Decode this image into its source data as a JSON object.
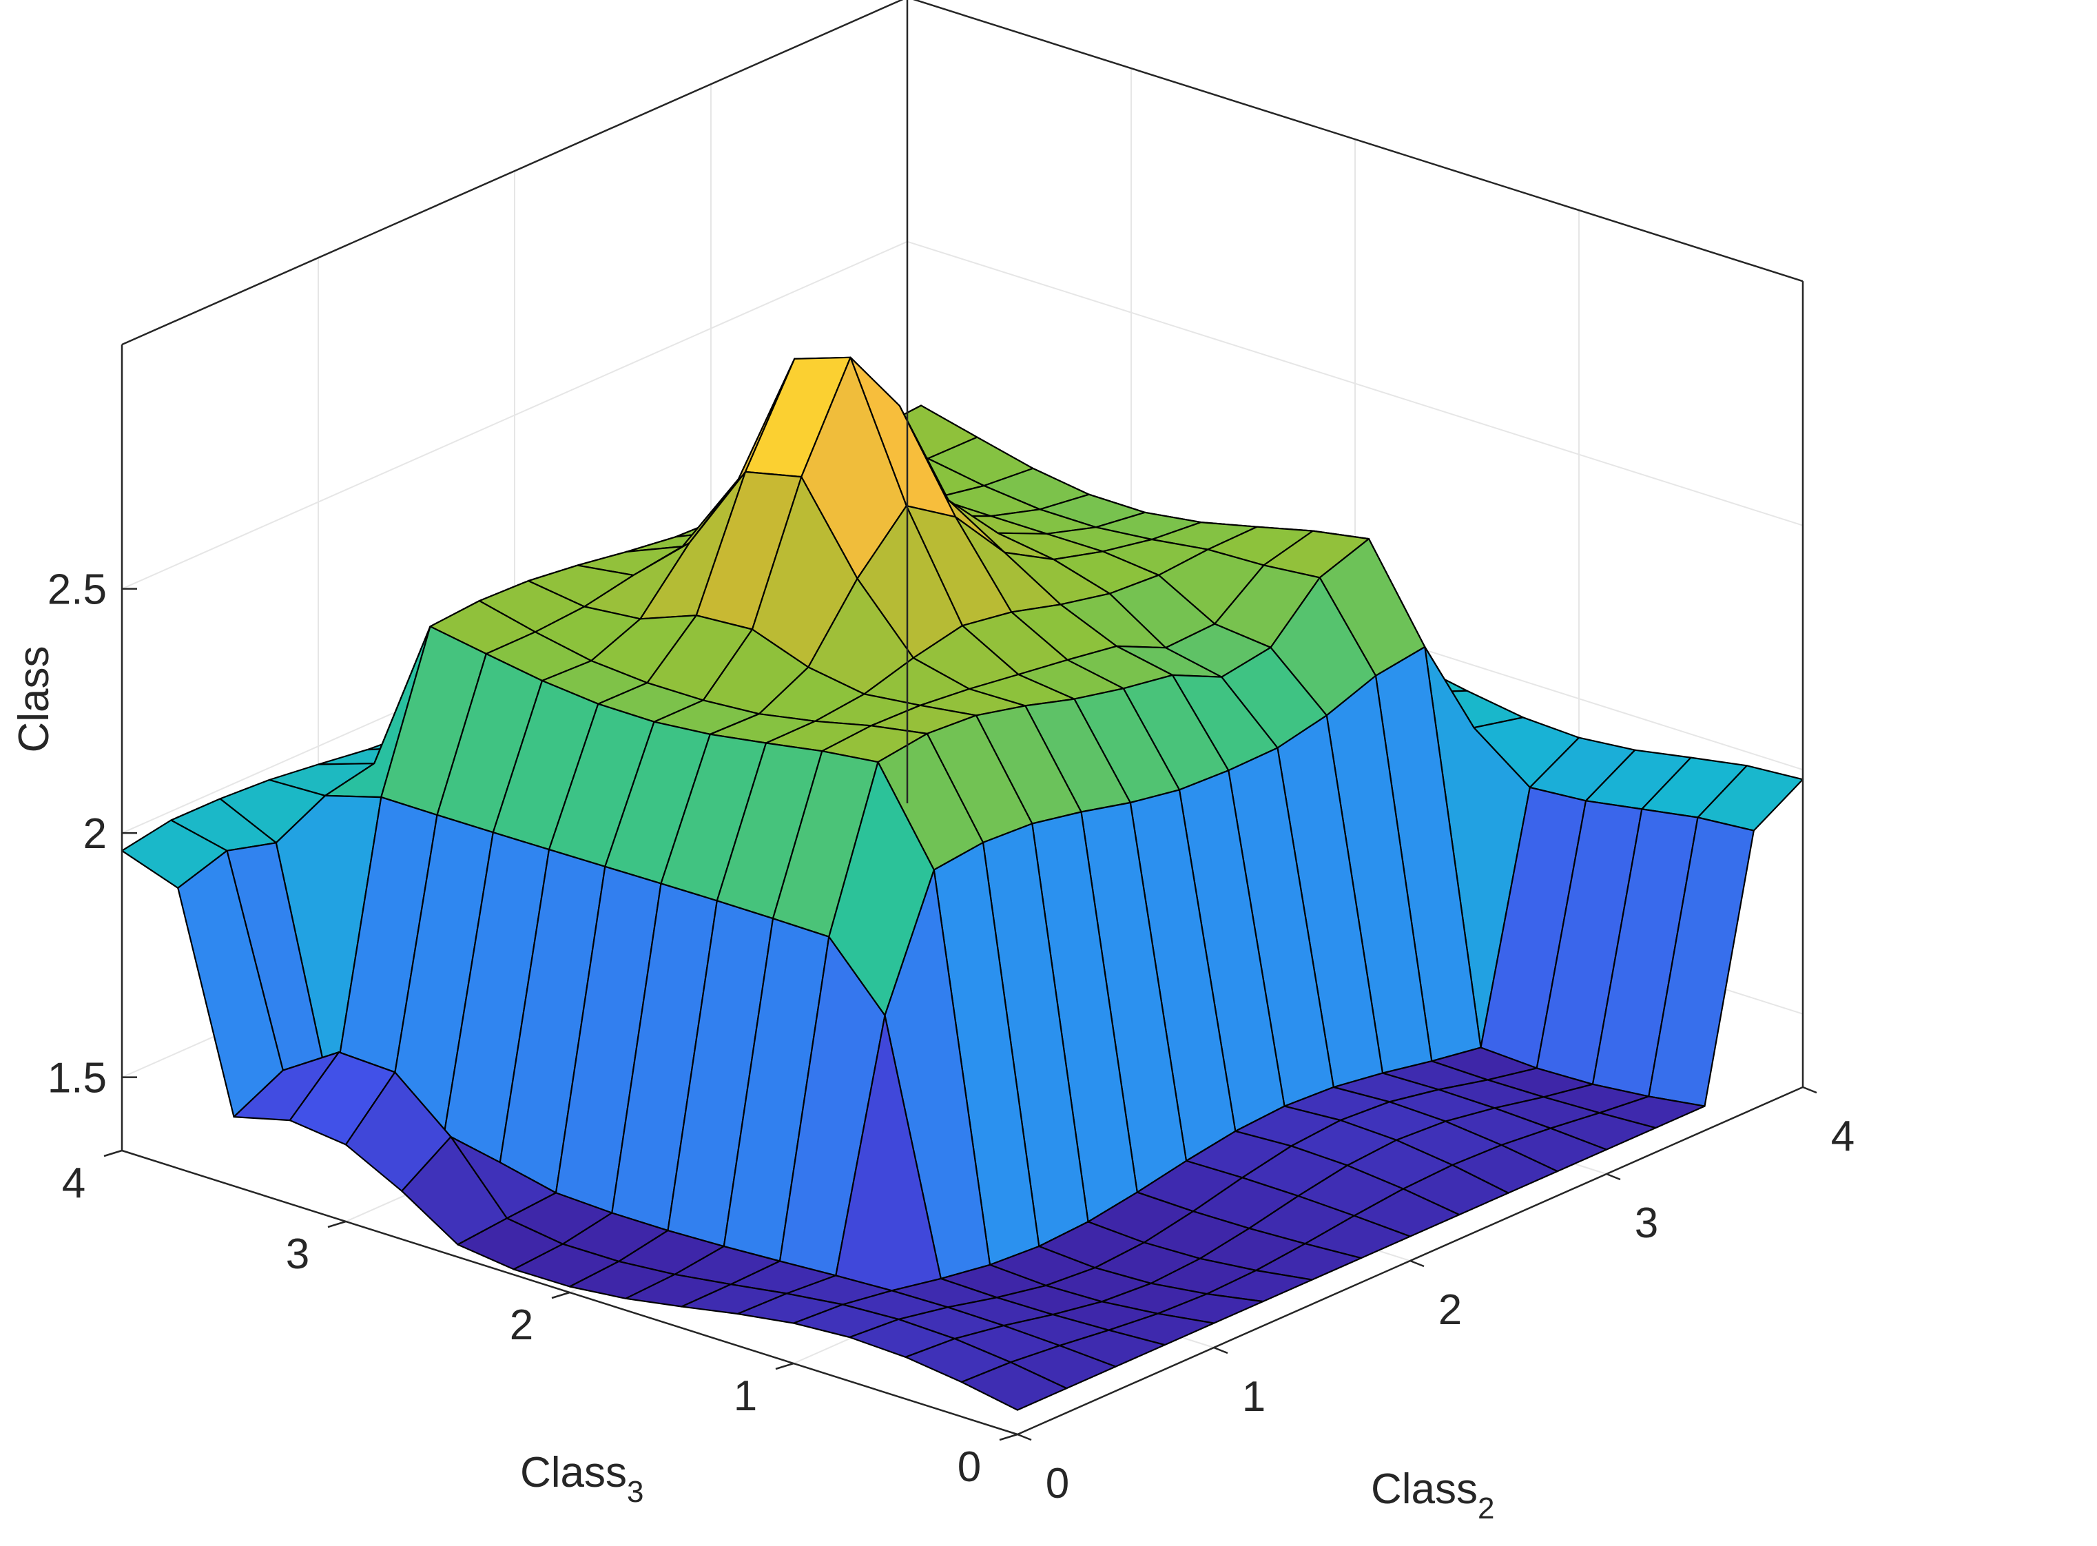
{
  "chart_data": {
    "type": "surface",
    "title": "",
    "xlabel": "Class",
    "xlabel_sub": "2",
    "ylabel": "Class",
    "ylabel_sub": "3",
    "zlabel": "Class",
    "xlim": [
      0,
      4
    ],
    "ylim": [
      0,
      4
    ],
    "zlim": [
      1.35,
      3.0
    ],
    "x_ticks": [
      "0",
      "1",
      "2",
      "3",
      "4"
    ],
    "y_ticks": [
      "0",
      "1",
      "2",
      "3",
      "4"
    ],
    "z_ticks": [
      "1.5",
      "2",
      "2.5"
    ],
    "grid": true,
    "colormap": "parula",
    "colors": {
      "axis": "#262626",
      "grid": "#e6e6e6",
      "edge": "#000000",
      "colormap_stops": [
        "#3e26a8",
        "#4151e8",
        "#2d8ef1",
        "#17b6d2",
        "#2ec393",
        "#8cc23c",
        "#c5b932",
        "#fcbe3d",
        "#f9fb15"
      ]
    },
    "grid_resolution": 16,
    "x": [
      0,
      0.25,
      0.5,
      0.75,
      1.0,
      1.25,
      1.5,
      1.75,
      2.0,
      2.25,
      2.5,
      2.75,
      3.0,
      3.25,
      3.5,
      3.75,
      4.0
    ],
    "y": [
      0,
      0.25,
      0.5,
      0.75,
      1.0,
      1.25,
      1.5,
      1.75,
      2.0,
      2.25,
      2.5,
      2.75,
      3.0,
      3.25,
      3.5,
      3.75,
      4.0
    ],
    "surface_description": "Central plateau at z≈2.3 (x 0.8–3.3, y 1.2–3.8) with a sharp peak z≈2.85 near x≈2.0, y≈2.6; steep walls dropping to z≈1.35–1.45 at the y<1.2 front and x<0.8 side; rear strip (y≈3.5–4) at z≈1.95; right strip (x≈3.6–4) at z≈1.95."
  }
}
